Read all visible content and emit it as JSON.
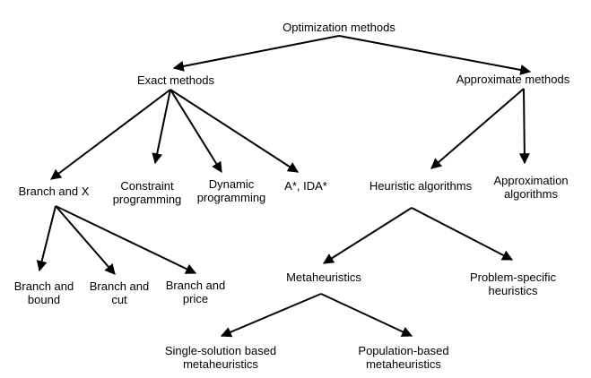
{
  "diagram": {
    "line_color": "#000000",
    "nodes": {
      "root": [
        "Optimization methods"
      ],
      "exact": [
        "Exact methods"
      ],
      "approximate": [
        "Approximate methods"
      ],
      "branch_x": [
        "Branch and X"
      ],
      "constraint": [
        "Constraint",
        "programming"
      ],
      "dynamic": [
        "Dynamic",
        "programming"
      ],
      "astar": [
        "A*, IDA*"
      ],
      "heuristic": [
        "Heuristic algorithms"
      ],
      "approximation": [
        "Approximation",
        "algorithms"
      ],
      "branch_bound": [
        "Branch and",
        "bound"
      ],
      "branch_cut": [
        "Branch and",
        "cut"
      ],
      "branch_price": [
        "Branch and",
        "price"
      ],
      "metaheuristics": [
        "Metaheuristics"
      ],
      "problem_specific": [
        "Problem-specific",
        "heuristics"
      ],
      "single_solution": [
        "Single-solution based",
        "metaheuristics"
      ],
      "population": [
        "Population-based",
        "metaheuristics"
      ]
    },
    "edges": [
      [
        "root",
        "exact"
      ],
      [
        "root",
        "approximate"
      ],
      [
        "exact",
        "branch_x"
      ],
      [
        "exact",
        "constraint"
      ],
      [
        "exact",
        "dynamic"
      ],
      [
        "exact",
        "astar"
      ],
      [
        "approximate",
        "heuristic"
      ],
      [
        "approximate",
        "approximation"
      ],
      [
        "branch_x",
        "branch_bound"
      ],
      [
        "branch_x",
        "branch_cut"
      ],
      [
        "branch_x",
        "branch_price"
      ],
      [
        "heuristic",
        "metaheuristics"
      ],
      [
        "heuristic",
        "problem_specific"
      ],
      [
        "metaheuristics",
        "single_solution"
      ],
      [
        "metaheuristics",
        "population"
      ]
    ]
  }
}
